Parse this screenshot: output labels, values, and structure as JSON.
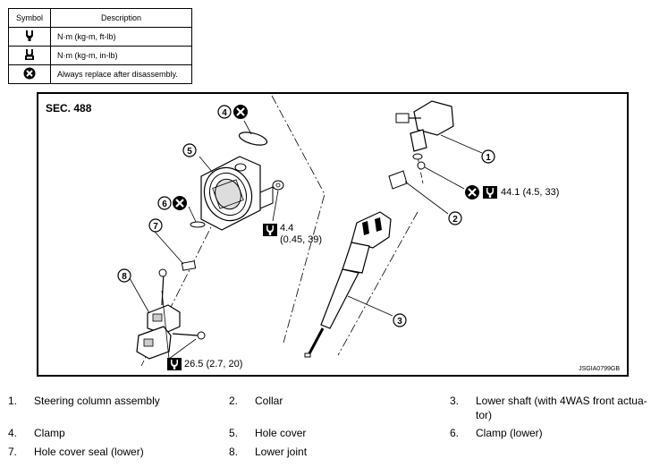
{
  "legend": {
    "header_symbol": "Symbol",
    "header_description": "Description",
    "rows": [
      {
        "icon": "torque-wrench-icon",
        "description": "N·m (kg-m, ft-lb)"
      },
      {
        "icon": "torque-wrench-inlb-icon",
        "description": "N·m (kg-m, in-lb)"
      },
      {
        "icon": "replace-after-disassembly-icon",
        "description": "Always replace after disassembly."
      }
    ]
  },
  "diagram": {
    "section": "SEC. 488",
    "code": "JSGIA0799GB",
    "callouts": [
      "1",
      "2",
      "3",
      "4",
      "5",
      "6",
      "7",
      "8"
    ],
    "torques": {
      "upper_right": "44.1 (4.5, 33)",
      "middle_line1": "4.4",
      "middle_line2": "(0.45, 39)",
      "lower_left": "26.5 (2.7, 20)"
    }
  },
  "parts": [
    {
      "num": "1.",
      "name": "Steering column assembly"
    },
    {
      "num": "2.",
      "name": "Collar"
    },
    {
      "num": "3.",
      "name": "Lower shaft (with 4WAS front actua-"
    },
    {
      "num": "",
      "name": "tor)"
    },
    {
      "num": "4.",
      "name": "Clamp"
    },
    {
      "num": "5.",
      "name": "Hole cover"
    },
    {
      "num": "6.",
      "name": "Clamp (lower)"
    },
    {
      "num": "7.",
      "name": "Hole cover seal (lower)"
    },
    {
      "num": "8.",
      "name": "Lower joint"
    }
  ]
}
